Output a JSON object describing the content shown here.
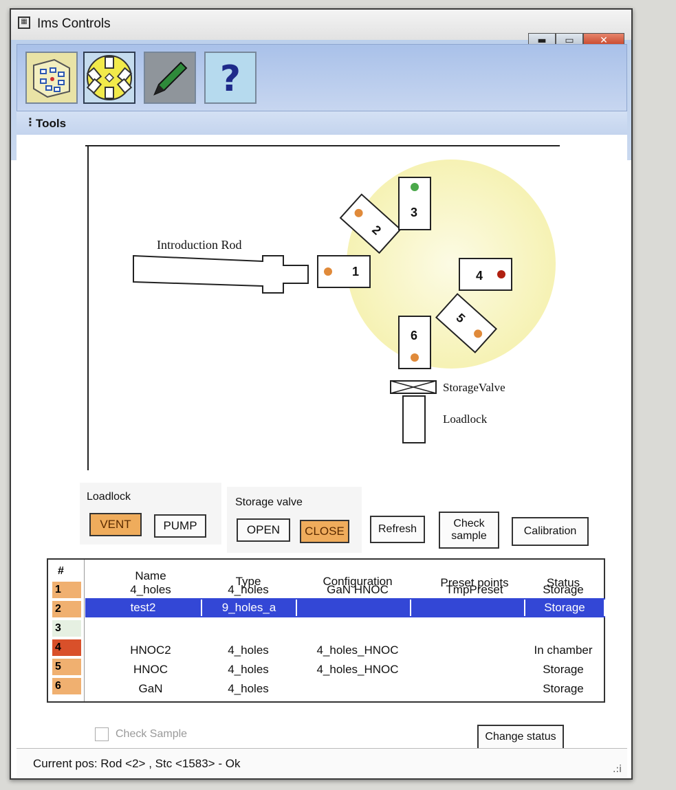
{
  "window": {
    "title": "Ims Controls",
    "controls": {
      "minimize": "▬",
      "maximize": "▭",
      "close": "✕"
    }
  },
  "toolbar": {
    "buttons": [
      {
        "icon": "chamber-map-icon",
        "active": false
      },
      {
        "icon": "carousel-icon",
        "active": true
      },
      {
        "icon": "pen-icon",
        "active": false
      },
      {
        "icon": "help-icon",
        "glyph": "?",
        "active": false
      }
    ],
    "tools_label": "Tools"
  },
  "diagram": {
    "rod_label": "Introduction Rod",
    "storage_valve_label": "StorageValve",
    "loadlock_label": "Loadlock",
    "slots": [
      {
        "id": "1",
        "dot_color": "#e08a3a"
      },
      {
        "id": "2",
        "dot_color": "#e08a3a"
      },
      {
        "id": "3",
        "dot_color": "#4aa84a"
      },
      {
        "id": "4",
        "dot_color": "#b02010"
      },
      {
        "id": "5",
        "dot_color": "#e08a3a"
      },
      {
        "id": "6",
        "dot_color": "#e08a3a"
      }
    ],
    "carousel_color": "#fbf7c8"
  },
  "controls": {
    "loadlock": {
      "label": "Loadlock",
      "vent": "VENT",
      "pump": "PUMP",
      "vent_active": true
    },
    "storage_valve": {
      "label": "Storage valve",
      "open": "OPEN",
      "close": "CLOSE",
      "close_active": true
    },
    "refresh": "Refresh",
    "check_sample_line1": "Check",
    "check_sample_line2": "sample",
    "calibration": "Calibration"
  },
  "table": {
    "num_header": "#",
    "headers": [
      "Name",
      "Type",
      "Configuration",
      "Preset points",
      "Status"
    ],
    "rows": [
      {
        "num": "1",
        "num_color": "#f0b070",
        "name": "4_holes",
        "type": "4_holes",
        "configuration": "GaN HNOC",
        "preset": "TmpPreset",
        "status": "Storage"
      },
      {
        "num": "2",
        "num_color": "#f0b070",
        "name": "test2",
        "type": "9_holes_a",
        "configuration": "",
        "preset": "",
        "status": "Storage",
        "selected": true
      },
      {
        "num": "3",
        "num_color": "#e6f0e2",
        "name": "",
        "type": "",
        "configuration": "",
        "preset": "",
        "status": ""
      },
      {
        "num": "4",
        "num_color": "#d9502a",
        "name": "HNOC2",
        "type": "4_holes",
        "configuration": "4_holes_HNOC",
        "preset": "",
        "status": "In chamber"
      },
      {
        "num": "5",
        "num_color": "#f0b070",
        "name": "HNOC",
        "type": "4_holes",
        "configuration": "4_holes_HNOC",
        "preset": "",
        "status": "Storage"
      },
      {
        "num": "6",
        "num_color": "#f0b070",
        "name": "GaN",
        "type": "4_holes",
        "configuration": "",
        "preset": "",
        "status": "Storage"
      }
    ]
  },
  "footer": {
    "check_sample_label": "Check Sample",
    "change_status": "Change status",
    "status_text": "Current pos: Rod <2> , Stc <1583> -  Ok",
    "resize_grip": ".:i"
  }
}
